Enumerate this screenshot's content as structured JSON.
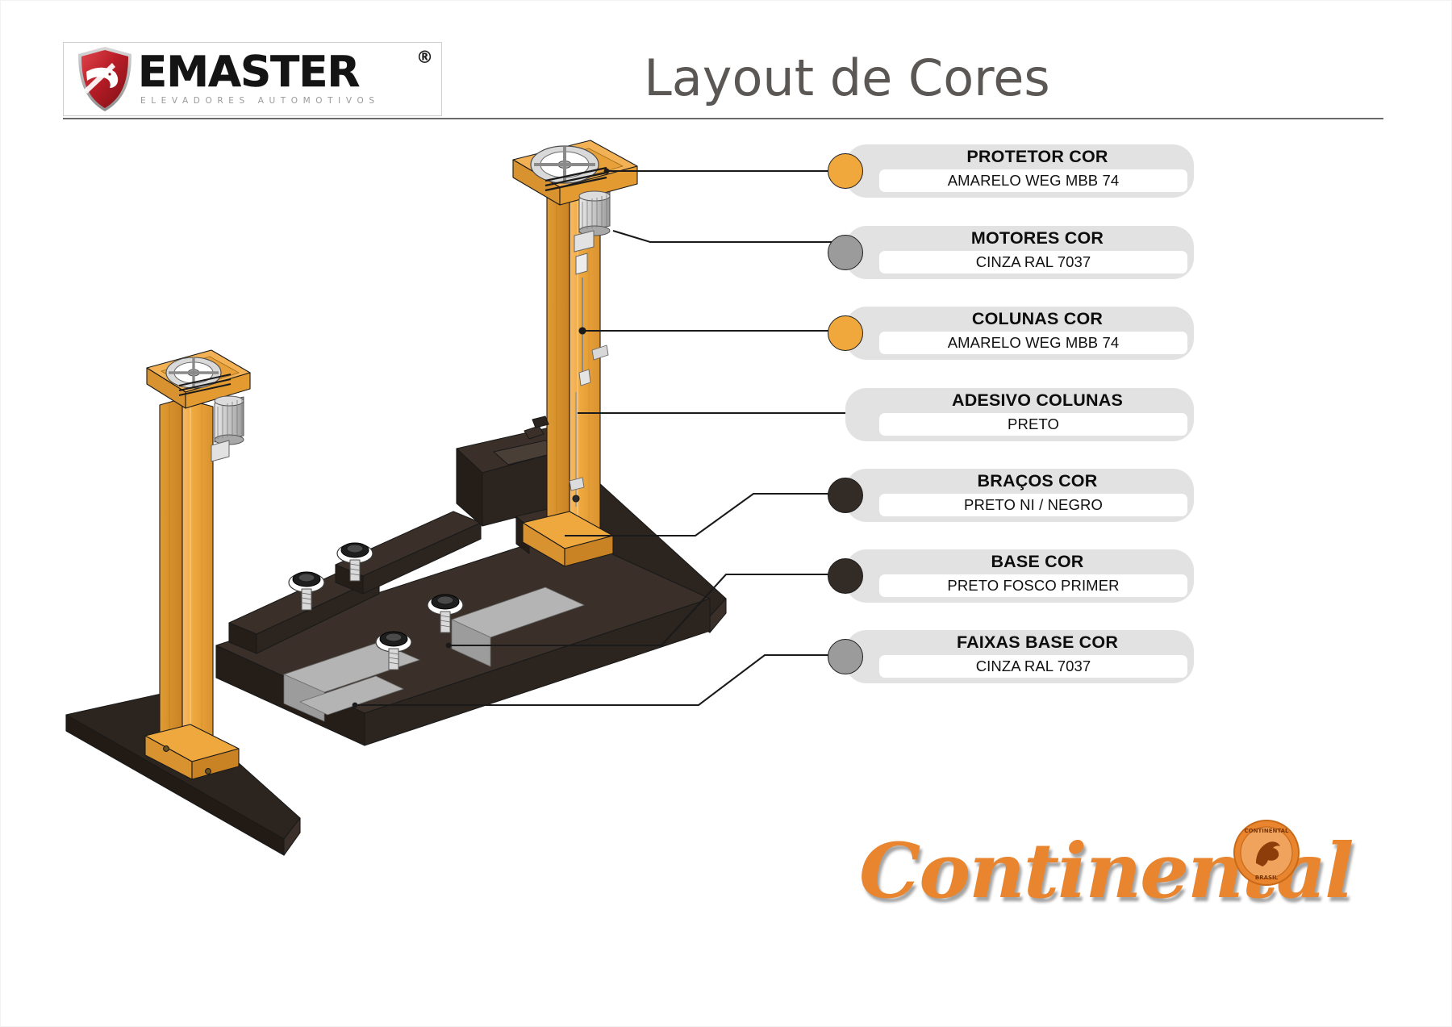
{
  "document": {
    "title": "Layout de Cores",
    "brand": {
      "name": "EMASTER",
      "tagline": "ELEVADORES AUTOMOTIVOS",
      "registered_mark": "®",
      "shield_color": "#B81D26"
    },
    "footer_logo": {
      "name": "Continental",
      "color": "#E8852E"
    }
  },
  "legend": {
    "items": [
      {
        "label": "PROTETOR COR",
        "value": "AMARELO WEG MBB 74",
        "swatch": "#F0A83C",
        "has_swatch": true
      },
      {
        "label": "MOTORES COR",
        "value": "CINZA RAL 7037",
        "swatch": "#9B9B9B",
        "has_swatch": true
      },
      {
        "label": "COLUNAS COR",
        "value": "AMARELO WEG MBB 74",
        "swatch": "#F0A83C",
        "has_swatch": true
      },
      {
        "label": "ADESIVO COLUNAS",
        "value": "PRETO",
        "swatch": "#000000",
        "has_swatch": false
      },
      {
        "label": "BRAÇOS COR",
        "value": "PRETO NI / NEGRO",
        "swatch": "#332B26",
        "has_swatch": true
      },
      {
        "label": "BASE COR",
        "value": "PRETO FOSCO PRIMER",
        "swatch": "#332B26",
        "has_swatch": true
      },
      {
        "label": "FAIXAS BASE  COR",
        "value": "CINZA RAL 7037",
        "swatch": "#9B9B9B",
        "has_swatch": true
      }
    ]
  },
  "drawing": {
    "description": "Elevador automotivo de duas colunas - vista isometrica",
    "colors": {
      "column_yellow": "#EFA83E",
      "column_yellow_dark": "#D8922F",
      "column_yellow_light": "#F7C272",
      "base_black": "#332B26",
      "base_black_light": "#413830",
      "strip_gray": "#B4B4B4",
      "motor_gray": "#C9C9C9",
      "outline": "#1A1A1A"
    }
  }
}
